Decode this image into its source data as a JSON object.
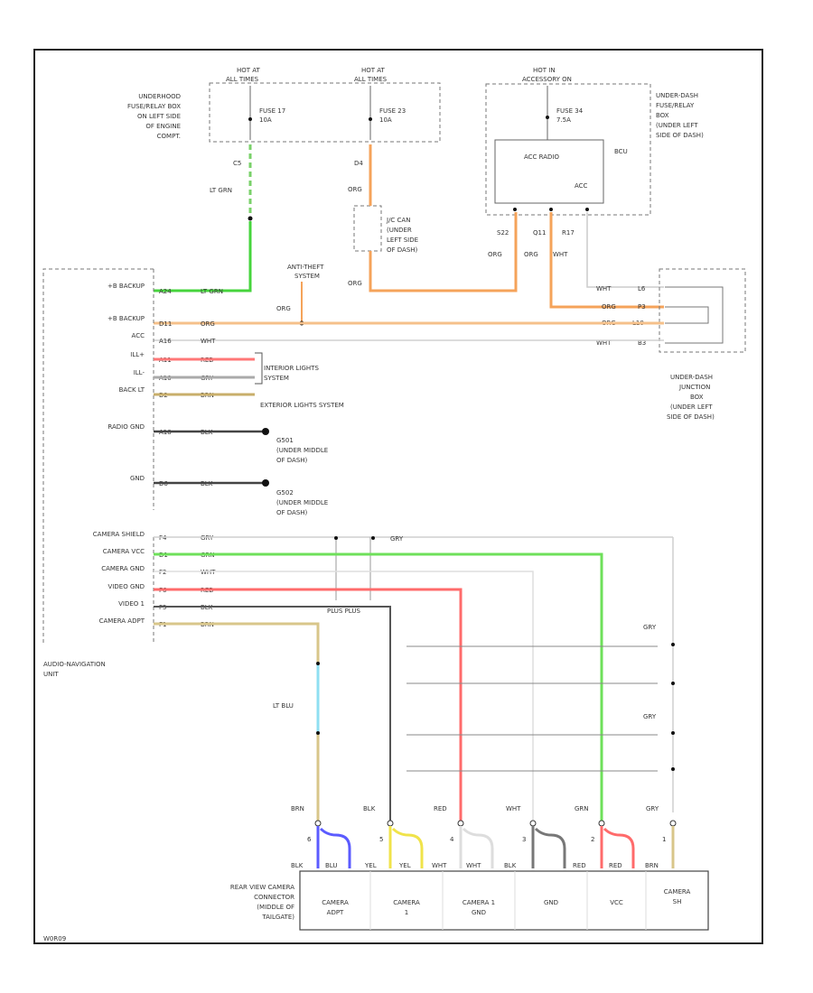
{
  "diagram": {
    "footer_code": "W0R09",
    "fuse_box_hood": {
      "label_lines": [
        "UNDERHOOD",
        "FUSE/RELAY BOX",
        "ON LEFT SIDE",
        "OF ENGINE",
        "COMPT."
      ],
      "fuse1_hot": [
        "HOT AT",
        "ALL TIMES"
      ],
      "fuse1": [
        "FUSE 17",
        "10A"
      ],
      "fuse1_pin": "C5",
      "fuse2_hot": [
        "HOT AT",
        "ALL TIMES"
      ],
      "fuse2": [
        "FUSE 23",
        "10A"
      ],
      "fuse2_pin": "D4"
    },
    "fuse_box_dash": {
      "label_lines": [
        "UNDER-DASH",
        "FUSE/RELAY",
        "BOX",
        "(UNDER LEFT",
        "SIDE OF DASH)"
      ],
      "hot": [
        "HOT IN",
        "ACCESSORY ON"
      ],
      "fuse": [
        "FUSE 34",
        "7.5A"
      ],
      "relay_label": "ACC RADIO",
      "bcu_label": "BCU",
      "acc_label": "ACC",
      "pins": [
        "S22",
        "Q11",
        "R17"
      ]
    },
    "joint_can": {
      "label_lines": [
        "J/C CAN",
        "(UNDER",
        "LEFT SIDE",
        "OF DASH)"
      ]
    },
    "anti_theft": {
      "label_lines": [
        "ANTI-THEFT",
        "SYSTEM"
      ]
    },
    "junction_box": {
      "label_lines": [
        "UNDER-DASH",
        "JUNCTION",
        "BOX",
        "(UNDER LEFT",
        "SIDE OF DASH)"
      ],
      "pins": [
        "L6",
        "P3",
        "L10",
        "B3"
      ]
    },
    "audio_unit": {
      "label_lines": [
        "AUDIO-NAVIGATION",
        "UNIT"
      ],
      "pins": [
        {
          "label": "+B BACKUP",
          "pin": "A24",
          "wire": "LT GRN"
        },
        {
          "label": "+B BACKUP",
          "pin": "D11",
          "wire": "ORG"
        },
        {
          "label": "ACC",
          "pin": "A16",
          "wire": "WHT"
        },
        {
          "label": "ILL+",
          "pin": "A11",
          "wire": "RED"
        },
        {
          "label": "ILL-",
          "pin": "A10",
          "wire": "GRY"
        },
        {
          "label": "BACK LT",
          "pin": "D2",
          "wire": "BRN"
        },
        {
          "label": "RADIO GND",
          "pin": "A18",
          "wire": "BLK"
        },
        {
          "label": "GND",
          "pin": "D6",
          "wire": "BLK"
        },
        {
          "label": "CAMERA SHIELD",
          "pin": "F4",
          "wire": "GRY"
        },
        {
          "label": "CAMERA VCC",
          "pin": "D1",
          "wire": "GRN"
        },
        {
          "label": "CAMERA GND",
          "pin": "F2",
          "wire": "WHT"
        },
        {
          "label": "VIDEO GND",
          "pin": "F6",
          "wire": "RED"
        },
        {
          "label": "VIDEO 1",
          "pin": "F5",
          "wire": "BLK"
        },
        {
          "label": "CAMERA ADPT",
          "pin": "F1",
          "wire": "BRN"
        }
      ]
    },
    "wire_labels": {
      "lt_grn": "LT GRN",
      "org": "ORG",
      "wht": "WHT",
      "gry": "GRY",
      "lt_blu": "LT BLU",
      "g501": [
        "G501",
        "(UNDER MIDDLE",
        "OF DASH)"
      ],
      "g502": [
        "G502",
        "(UNDER MIDDLE",
        "OF DASH)"
      ],
      "interior": [
        "INTERIOR LIGHTS",
        "SYSTEM"
      ],
      "exterior": "EXTERIOR LIGHTS SYSTEM",
      "shield_sym": "PLUS PLUS"
    },
    "camera_connector": {
      "label_lines": [
        "REAR VIEW CAMERA",
        "CONNECTOR",
        "(MIDDLE OF",
        "TAILGATE)"
      ],
      "top_wires": [
        "BRN",
        "BLK",
        "RED",
        "WHT",
        "GRN",
        "GRY"
      ],
      "pin_nums": [
        "6",
        "5",
        "4",
        "3",
        "2",
        "1"
      ],
      "bottom_wires": [
        "BLK",
        "BLU",
        "YEL",
        "YEL",
        "WHT",
        "WHT",
        "BLK",
        "RED",
        "RED",
        "BRN"
      ],
      "cells": [
        [
          "CAMERA",
          "ADPT"
        ],
        [
          "CAMERA",
          "1"
        ],
        [
          "CAMERA 1",
          "GND"
        ],
        [
          "GND"
        ],
        [
          "VCC"
        ],
        [
          "CAMERA",
          "SH"
        ]
      ]
    }
  }
}
